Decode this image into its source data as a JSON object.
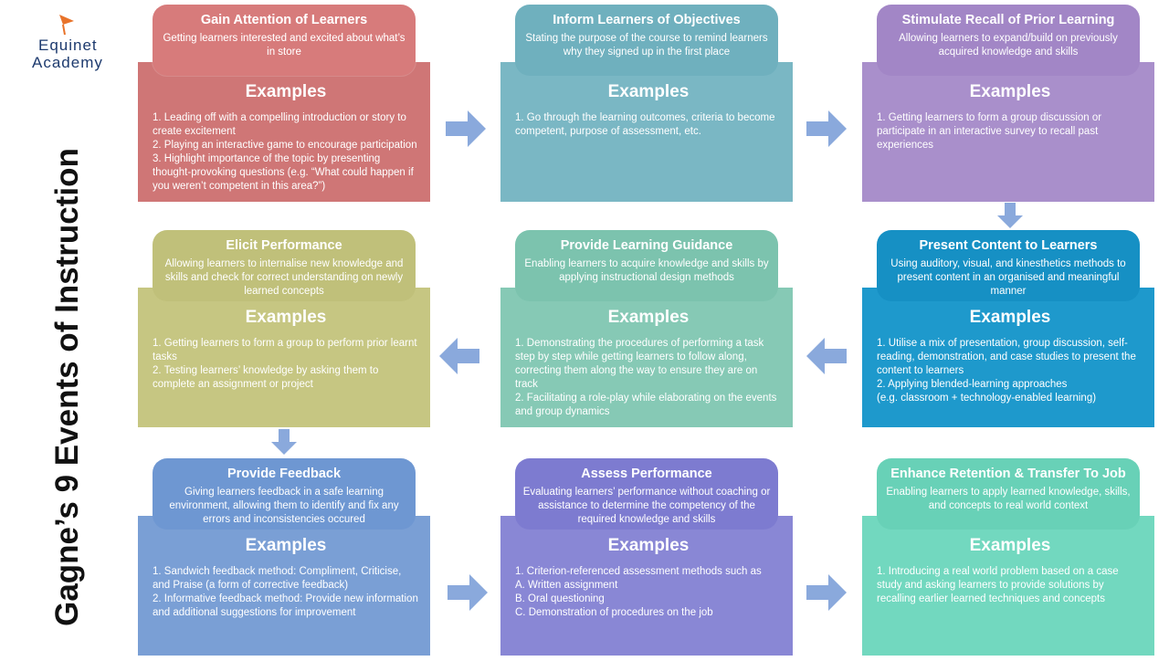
{
  "brand": {
    "line1": "Equinet",
    "line2": "Academy"
  },
  "title": "Gagne’s 9 Events of Instruction",
  "examples_label": "Examples",
  "colors": {
    "gain": "#cf7676",
    "inform": "#7ab7c4",
    "stimulate": "#a98fcb",
    "elicit": "#c6c682",
    "guidance": "#86c9b5",
    "present": "#1e99cc",
    "feedback": "#7a9fd5",
    "assess": "#8987d5",
    "retention": "#72d8bf",
    "arrow": "#8aa9dc",
    "logo_orange": "#e8732a",
    "logo_navy": "#1d3a6e"
  },
  "events": {
    "gain": {
      "title": "Gain Attention of Learners",
      "desc": "Getting learners interested and excited about what’s in store",
      "examples": "1. Leading off with a compelling introduction or story to create excitement\n2. Playing an interactive game to encourage participation\n3. Highlight importance of the topic by presenting thought-provoking questions (e.g. “What could happen if you weren’t competent in this area?”)"
    },
    "inform": {
      "title": "Inform Learners of Objectives",
      "desc": "Stating the purpose of the course to remind learners why they signed up in the first place",
      "examples": "1. Go through the learning outcomes, criteria to become competent, purpose of assessment, etc."
    },
    "stimulate": {
      "title": "Stimulate Recall of Prior Learning",
      "desc": "Allowing learners to expand/build on previously acquired knowledge and skills",
      "examples": "1. Getting learners to form a group discussion or participate in an interactive survey to recall past experiences"
    },
    "elicit": {
      "title": "Elicit Performance",
      "desc": "Allowing learners to internalise new knowledge and skills and check for correct understanding on newly learned concepts",
      "examples": "1. Getting learners to form a group to perform prior learnt tasks\n2. Testing learners’ knowledge by asking them to complete an assignment or project"
    },
    "guidance": {
      "title": "Provide Learning Guidance",
      "desc": "Enabling learners to acquire knowledge and skills by applying instructional design methods",
      "examples": "1. Demonstrating the procedures of performing a task step by step while getting learners to follow along, correcting them along the way to ensure they are on track\n2. Facilitating a role-play while elaborating on the events and group dynamics"
    },
    "present": {
      "title": "Present Content to Learners",
      "desc": "Using auditory, visual, and kinesthetics methods to present content in an organised and meaningful manner",
      "examples": "1. Utilise a mix of presentation, group discussion, self-reading, demonstration, and case studies to present the content to learners\n2. Applying blended-learning approaches\n(e.g. classroom + technology-enabled learning)"
    },
    "feedback": {
      "title": "Provide Feedback",
      "desc": "Giving learners feedback in a safe learning environment, allowing them to identify and fix any errors and inconsistencies occured",
      "examples": "1. Sandwich feedback method: Compliment, Criticise, and Praise (a form of corrective feedback)\n2. Informative feedback method: Provide new information and additional suggestions for improvement"
    },
    "assess": {
      "title": "Assess Performance",
      "desc": "Evaluating learners’ performance without coaching or assistance to determine the competency of the required knowledge and skills",
      "examples": "1. Criterion-referenced assessment methods such as\n      A. Written assignment\n      B. Oral questioning\n      C. Demonstration of procedures on the job"
    },
    "retention": {
      "title": "Enhance Retention & Transfer To Job",
      "desc": "Enabling learners to apply learned knowledge, skills, and concepts to real world context",
      "examples": "1. Introducing a real world problem based on a case study and asking learners to provide solutions by recalling earlier learned techniques and concepts"
    }
  }
}
